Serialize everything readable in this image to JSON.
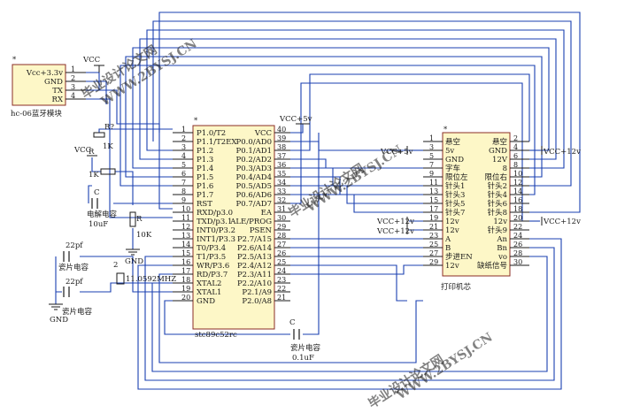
{
  "bt_module": {
    "pins": [
      "Vcc+3.3v",
      "GND",
      "TX",
      "RX"
    ],
    "pin_numbers": [
      "1",
      "2",
      "3",
      "4"
    ],
    "caption": "hc-06蓝牙模块",
    "star": "*"
  },
  "mcu": {
    "left_pins": [
      "P1.0/T2",
      "P1.1/T2EX",
      "P1.2",
      "P1.3",
      "P1.4",
      "P1.5",
      "P1.6",
      "P1.7",
      "RST",
      "RXD/p3.0",
      "TXD/p3.1",
      "INT0/P3.2",
      "INT1/P3.3",
      "T0/P3.4",
      "T1/P3.5",
      "WR/P3.6",
      "RD/P3.7",
      "XTAL2",
      "XTAL1",
      "GND"
    ],
    "left_numbers": [
      "1",
      "2",
      "3",
      "4",
      "5",
      "6",
      "7",
      "8",
      "9",
      "10",
      "11",
      "12",
      "13",
      "14",
      "15",
      "16",
      "17",
      "18",
      "19",
      "20"
    ],
    "right_pins": [
      "VCC",
      "P0.0/AD0",
      "P0.1/AD1",
      "P0.2/AD2",
      "P0.3/AD3",
      "P0.4/AD4",
      "P0.5/AD5",
      "P0.6/AD6",
      "P0.7/AD7",
      "EA",
      "ALE/PROG",
      "PSEN",
      "P2.7/A15",
      "P2.6/A14",
      "P2.5/A13",
      "P2.4/A12",
      "P2.3/A11",
      "P2.2/A10",
      "P2.1/A9",
      "P2.0/A8"
    ],
    "right_numbers": [
      "40",
      "39",
      "38",
      "37",
      "36",
      "35",
      "34",
      "33",
      "32",
      "31",
      "30",
      "29",
      "28",
      "27",
      "26",
      "25",
      "24",
      "23",
      "22",
      "21"
    ],
    "caption": "stc89c52rc",
    "star": "*"
  },
  "printer": {
    "left_pins": [
      "悬空",
      "5v",
      "GND",
      "字车",
      "限位左",
      "针头1",
      "针头3",
      "针头5",
      "针头7",
      "12v",
      "12v",
      "A",
      "B",
      "步进EN",
      "12v"
    ],
    "left_numbers": [
      "1",
      "3",
      "5",
      "7",
      "9",
      "11",
      "13",
      "15",
      "17",
      "19",
      "21",
      "23",
      "25",
      "27",
      "29"
    ],
    "right_pins": [
      "悬空",
      "GND",
      "12V",
      "8",
      "限位右",
      "针头2",
      "针头4",
      "针头6",
      "针头8",
      "12v",
      "针头9",
      "An",
      "Bn",
      "vo",
      "缺纸信号"
    ],
    "right_numbers": [
      "2",
      "4",
      "6",
      "8",
      "10",
      "12",
      "14",
      "16",
      "18",
      "20",
      "22",
      "24",
      "26",
      "28",
      "30"
    ],
    "caption": "打印机芯",
    "star": "*"
  },
  "labels": {
    "vcc_bt": "VCC",
    "vcc_reset": "VCC",
    "vcc_mcu": "VCC+5v",
    "vcc_printer_5v": "VCC+5v",
    "vcc_12v_top": "VCC+12v",
    "vcc_12v_mid": "VCC+12v",
    "vcc_12v_left1": "VCC+12v",
    "vcc_12v_left2": "VCC+12v",
    "r_top_ref": "R?",
    "r_top_val": "1K",
    "r_mid_ref": "R",
    "r_mid_val": "1K",
    "c_elec_ref": "C",
    "c_elec_name": "电解电容",
    "c_elec_val": "10uF",
    "r_rst_ref": "R",
    "r_rst_val": "10K",
    "c1_val": "22pf",
    "c1_name": "瓷片电容",
    "c2_val": "22pf",
    "c2_name": "瓷片电容",
    "crystal": "11.0592MHZ",
    "crystal_num": "2",
    "gnd1": "GND",
    "gnd2": "GND",
    "c_bottom_ref": "C",
    "c_bottom_name": "瓷片电容",
    "c_bottom_val": "0.1uF"
  },
  "watermarks": [
    "毕业设计论文网",
    "WWW.2BYSJ.CN"
  ],
  "colors": {
    "wire": "#1a3fb0",
    "part_fill": "#fdf7c7",
    "part_stroke": "#8b2d24",
    "watermark": "#e06b7a"
  }
}
